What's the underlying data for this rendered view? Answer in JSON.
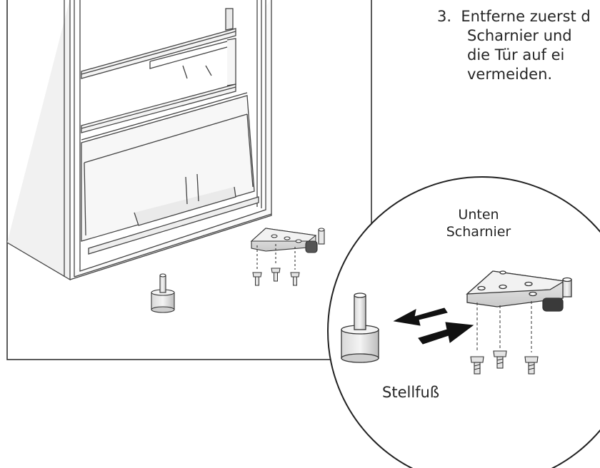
{
  "instructions": {
    "step_number": "3.",
    "lines": [
      "Entferne zuerst d",
      "Scharnier und",
      "die Tür auf ei",
      "vermeiden."
    ]
  },
  "labels": {
    "hinge_line1": "Unten",
    "hinge_line2": "Scharnier",
    "foot": "Stellfuß"
  }
}
